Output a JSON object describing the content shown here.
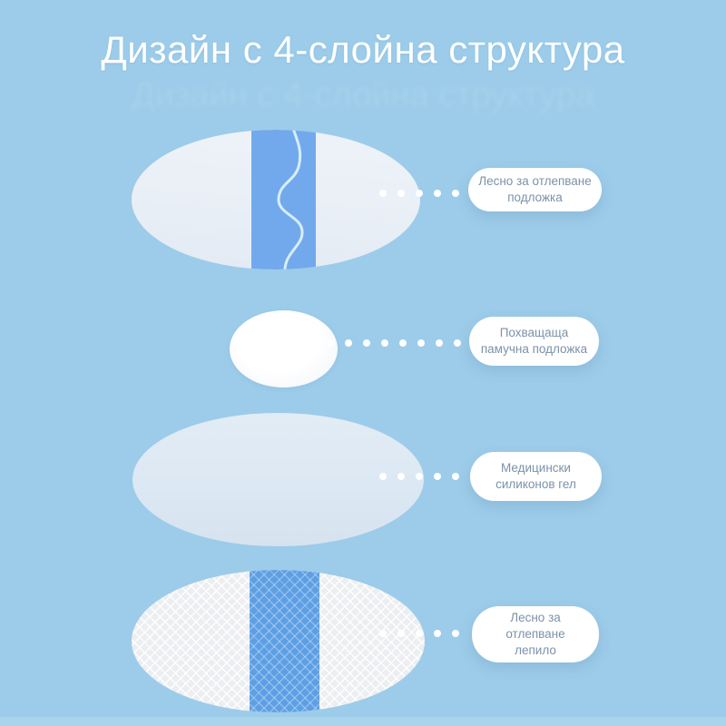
{
  "title": "Дизайн с 4-слойна структура",
  "colors": {
    "background": "#9ccce9",
    "title_text": "#ffffff",
    "label_text": "#7c92a8",
    "band_blue": "#72a9ec",
    "adhesive_band_blue": "#5d9fe4",
    "gel_fill": "#dce8f3",
    "film_fill": "#e9eff6",
    "dot": "#ffffff"
  },
  "layers": [
    {
      "name": "backing-film",
      "label_lines": [
        "Лесно за отлепване",
        "подложка"
      ],
      "dots": 5
    },
    {
      "name": "cotton-pad",
      "label_lines": [
        "Похващаща",
        "памучна подложка"
      ],
      "dots": 10
    },
    {
      "name": "silicone-gel",
      "label_lines": [
        "Медицински",
        "силиконов гел"
      ],
      "dots": 5
    },
    {
      "name": "adhesive",
      "label_lines": [
        "Лесно за",
        "отлепване",
        "лепило"
      ],
      "dots": 5
    }
  ]
}
